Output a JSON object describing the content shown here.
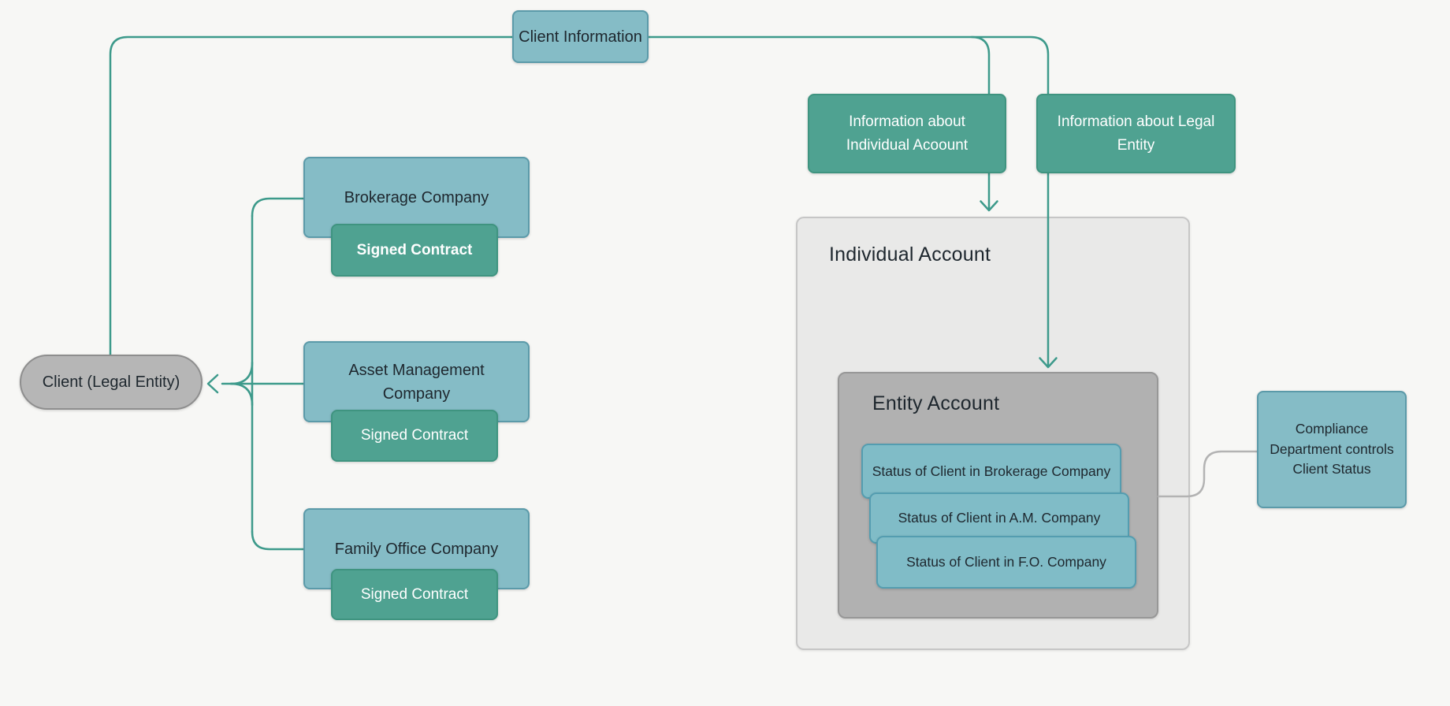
{
  "diagram": {
    "background": "#f7f7f5",
    "edge_color": "#3d9a8b",
    "gray_edge_color": "#b3b3b3",
    "nodes": {
      "client_information": {
        "label": "Client Information",
        "fill": "#85bcc6",
        "border": "#5b9aa9"
      },
      "info_individual": {
        "label": "Information about Individual Acoount",
        "fill": "#4fa291",
        "border": "#3f9480"
      },
      "info_legal": {
        "label": "Information about Legal Entity",
        "fill": "#4fa291",
        "border": "#3f9480"
      },
      "client": {
        "label": "Client (Legal Entity)",
        "fill": "#b6b6b6",
        "border": "#8e8e8e"
      },
      "brokerage": {
        "label": "Brokerage Company",
        "fill": "#85bcc6",
        "border": "#5b9aa9"
      },
      "brokerage_contract": {
        "label": "Signed Contract",
        "fill": "#4fa291",
        "border": "#3f9480"
      },
      "asset": {
        "label": "Asset Management Company",
        "fill": "#85bcc6",
        "border": "#5b9aa9"
      },
      "asset_contract": {
        "label": "Signed Contract",
        "fill": "#4fa291",
        "border": "#3f9480"
      },
      "family": {
        "label": "Family Office Company",
        "fill": "#85bcc6",
        "border": "#5b9aa9"
      },
      "family_contract": {
        "label": "Signed Contract",
        "fill": "#4fa291",
        "border": "#3f9480"
      },
      "individual_account": {
        "label": "Individual Account",
        "fill": "#e9e9e8",
        "border": "#c6c6c6"
      },
      "entity_account": {
        "label": "Entity Account",
        "fill": "#b1b1b1",
        "border": "#979797"
      },
      "status_brokerage": {
        "label": "Status of Client in Brokerage Company",
        "fill": "#80bcc7",
        "border": "#549db0"
      },
      "status_am": {
        "label": "Status of Client in A.M. Company",
        "fill": "#80bcc7",
        "border": "#549db0"
      },
      "status_fo": {
        "label": "Status of Client in F.O. Company",
        "fill": "#80bcc7",
        "border": "#549db0"
      },
      "compliance": {
        "label": "Compliance Department controls Client Status",
        "fill": "#85bcc6",
        "border": "#5b9aa9"
      }
    }
  }
}
